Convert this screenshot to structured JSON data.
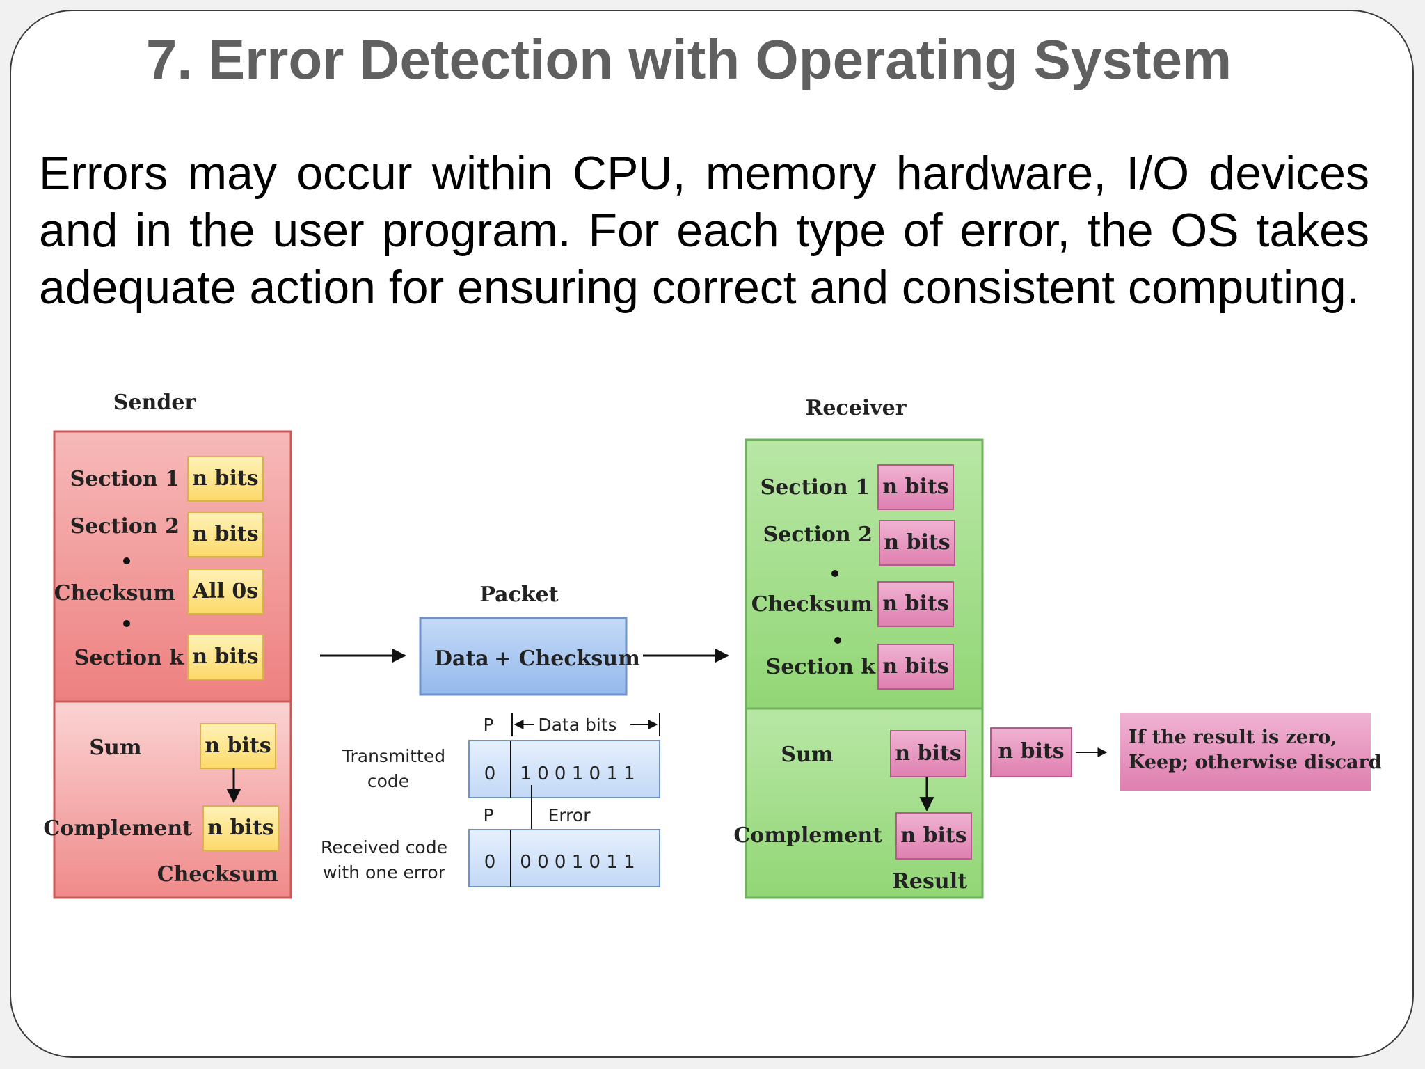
{
  "slide": {
    "title": "7. Error Detection with Operating System",
    "body": "Errors may occur within CPU, memory hardware, I/O devices and in the user program. For each type of error, the OS takes adequate action for ensuring correct and consistent computing."
  },
  "diagram": {
    "sender": {
      "label": "Sender",
      "rows": [
        {
          "label": "Section 1",
          "value": "n bits"
        },
        {
          "label": "Section 2",
          "value": "n bits"
        },
        {
          "label": "Checksum",
          "value": "All 0s"
        },
        {
          "label": "Section k",
          "value": "n bits"
        }
      ],
      "sum_label": "Sum",
      "sum_value": "n bits",
      "complement_label": "Complement",
      "complement_value": "n bits",
      "footer": "Checksum"
    },
    "packet": {
      "label": "Packet",
      "data_text": "Data",
      "checksum_text": "+ Checksum",
      "p_label": "P",
      "data_bits_label": "Data bits",
      "transmitted_label_1": "Transmitted",
      "transmitted_label_2": "code",
      "transmitted_p": "0",
      "transmitted_bits": "1 0 0 1 0 1 1",
      "error_label": "Error",
      "received_label_1": "Received code",
      "received_label_2": "with one error",
      "received_p": "0",
      "received_bits": "0 0 0 1 0 1 1"
    },
    "receiver": {
      "label": "Receiver",
      "rows": [
        {
          "label": "Section 1",
          "value": "n bits"
        },
        {
          "label": "Section 2",
          "value": "n bits"
        },
        {
          "label": "Checksum",
          "value": "n bits"
        },
        {
          "label": "Section k",
          "value": "n bits"
        }
      ],
      "sum_label": "Sum",
      "sum_value": "n bits",
      "complement_label": "Complement",
      "complement_value": "n bits",
      "footer": "Result"
    },
    "result_value": "n bits",
    "result_note_1": "If the result is zero,",
    "result_note_2": "Keep; otherwise discard"
  },
  "colors": {
    "title": "#606060",
    "sender_fill": "#f4a3a3",
    "sender_stroke": "#c85a5a",
    "yellow_box": "#fde58a",
    "receiver_fill": "#a8df8e",
    "receiver_stroke": "#6cb35a",
    "pink_box": "#e58fb9",
    "packet_fill": "#a9c8f2",
    "packet_stroke": "#6f93c9",
    "bits_fill": "#d3e4fb"
  }
}
